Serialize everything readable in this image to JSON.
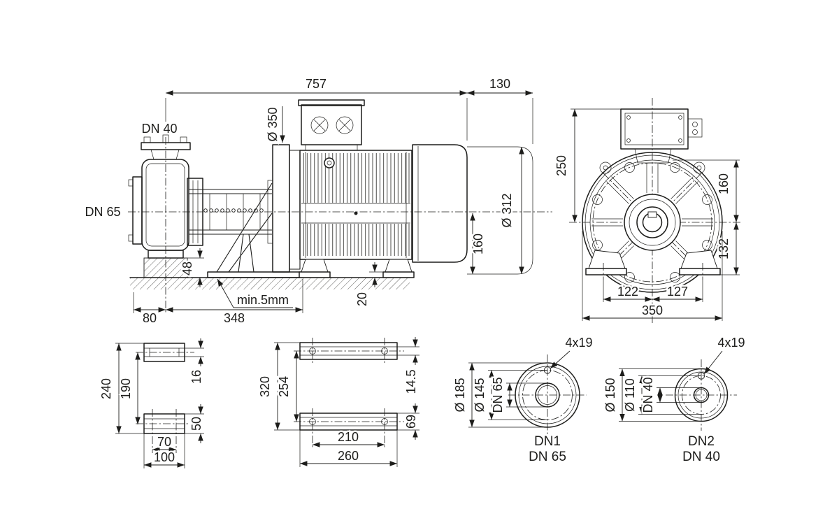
{
  "colors": {
    "line": "#1d1d1b",
    "background": "#ffffff"
  },
  "side_view": {
    "dim_total_length": "757",
    "dim_motor_option_length": "130",
    "label_discharge_flange": "DN 40",
    "label_suction_flange": "DN 65",
    "dim_motor_flange_dia": "Ø 350",
    "dim_motor_dia": "Ø 312",
    "dim_shaft_height": "160",
    "dim_pedestal_height": "48",
    "note_grout": "min.5mm",
    "dim_suction_offset": "80",
    "dim_center_to_support": "348",
    "dim_foot_pad_thickness": "20"
  },
  "front_view": {
    "dim_top_to_center": "250",
    "dim_center_to_housing_top": "160",
    "dim_center_to_foot": "132",
    "dim_foot_bolt_left": "122",
    "dim_foot_bolt_right": "127",
    "dim_flange_width": "350"
  },
  "support_section": {
    "dim_overall_height": "240",
    "dim_plate_centers": "190",
    "dim_upper_plate_thickness": "16",
    "dim_lower_profile_height": "50",
    "dim_bolt_spacing": "70",
    "dim_width": "100"
  },
  "foot_plan": {
    "dim_length": "320",
    "dim_bolt_length": "254",
    "dim_slot_width": "14.5",
    "dim_rail_width": "69",
    "dim_bolt_spacing": "210",
    "dim_width": "260"
  },
  "flange_dn1": {
    "bolt_holes": "4x19",
    "dim_outer_dia": "Ø 185",
    "dim_bolt_circle": "Ø 145",
    "dim_nominal": "DN 65",
    "caption_port": "DN1",
    "caption_size": "DN 65"
  },
  "flange_dn2": {
    "bolt_holes": "4x19",
    "dim_outer_dia": "Ø 150",
    "dim_bolt_circle": "Ø 110",
    "dim_nominal": "DN 40",
    "caption_port": "DN2",
    "caption_size": "DN 40"
  }
}
